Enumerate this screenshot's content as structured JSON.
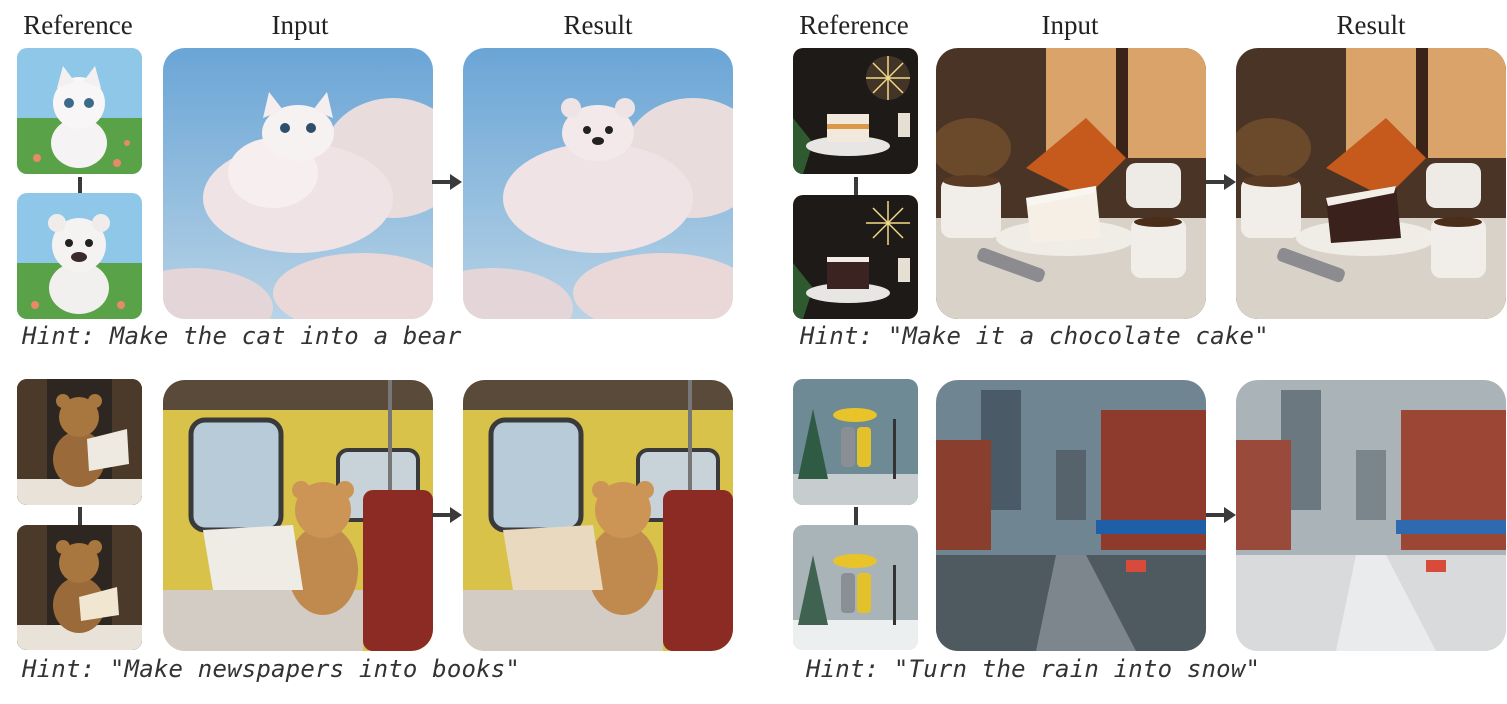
{
  "labels": {
    "reference": "Reference",
    "input": "Input",
    "result": "Result"
  },
  "hints": [
    "Hint: Make the cat into a bear",
    "Hint: \"Make it a chocolate cake\"",
    "Hint: \"Make newspapers into books\"",
    "Hint: \"Turn the rain into snow\""
  ],
  "colors": {
    "arrow": "#3a3a3a",
    "text": "#222222"
  }
}
